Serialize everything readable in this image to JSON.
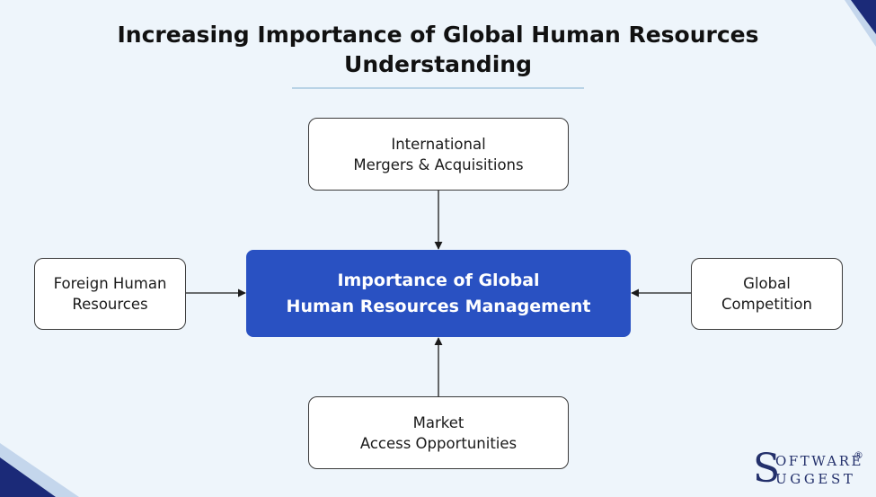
{
  "title": {
    "line1": "Increasing Importance of Global Human Resources",
    "line2": "Understanding"
  },
  "center": {
    "line1": "Importance of Global",
    "line2": "Human Resources Management"
  },
  "nodes": {
    "top": {
      "line1": "International",
      "line2": "Mergers & Acquisitions"
    },
    "left": {
      "line1": "Foreign Human",
      "line2": "Resources"
    },
    "right": {
      "line1": "Global",
      "line2": "Competition"
    },
    "bottom": {
      "line1": "Market",
      "line2": "Access Opportunities"
    }
  },
  "logo": {
    "initial": "S",
    "line1": "OFTWARE",
    "line2": "UGGEST",
    "mark": "®"
  },
  "colors": {
    "background": "#eef5fb",
    "accent": "#2951c2",
    "corner": "#1b2a78",
    "underline": "#b9d3e6"
  }
}
